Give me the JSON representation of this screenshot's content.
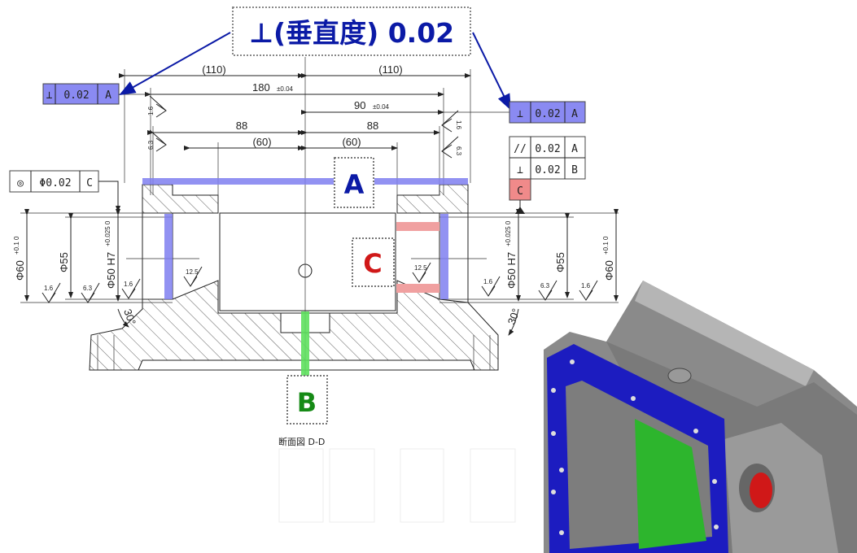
{
  "callout": {
    "title": "⊥(垂直度) 0.02"
  },
  "fcf_left_perp": {
    "symbol": "⊥",
    "tolerance": "0.02",
    "datum": "A"
  },
  "fcf_right_perp": {
    "symbol": "⊥",
    "tolerance": "0.02",
    "datum": "A"
  },
  "fcf_right_stack": {
    "rows": [
      {
        "symbol": "//",
        "tolerance": "0.02",
        "datum": "A"
      },
      {
        "symbol": "⊥",
        "tolerance": "0.02",
        "datum": "B"
      }
    ],
    "datum_label": "C"
  },
  "fcf_concentric": {
    "symbol": "◎",
    "tolerance": "Φ0.02",
    "datum": "C"
  },
  "dimensions": {
    "d110_left": "(110)",
    "d110_right": "(110)",
    "d180": "180",
    "d180_tol": "±0.04",
    "d90": "90",
    "d90_tol": "±0.04",
    "d88_left": "88",
    "d88_right": "88",
    "d60_left": "(60)",
    "d60_right": "(60)",
    "phi60": "Φ60",
    "phi60_tol": "+0.1 0",
    "phi55": "Φ55",
    "phi50": "Φ50 H7",
    "phi50_tol": "+0.025 0",
    "angle": "30°"
  },
  "roughness": [
    "1.6",
    "6.3",
    "1.6",
    "12.5"
  ],
  "datum_labels": {
    "a": "A",
    "b": "B",
    "c": "C"
  },
  "section_caption": "断面図 D-D",
  "colors": {
    "blue": "#0b1aa6",
    "highlight_blue": "#7f7ff0",
    "red": "#d01818",
    "pink": "#f0a0a0",
    "green": "#168a16",
    "green_band": "#5ee05e"
  }
}
